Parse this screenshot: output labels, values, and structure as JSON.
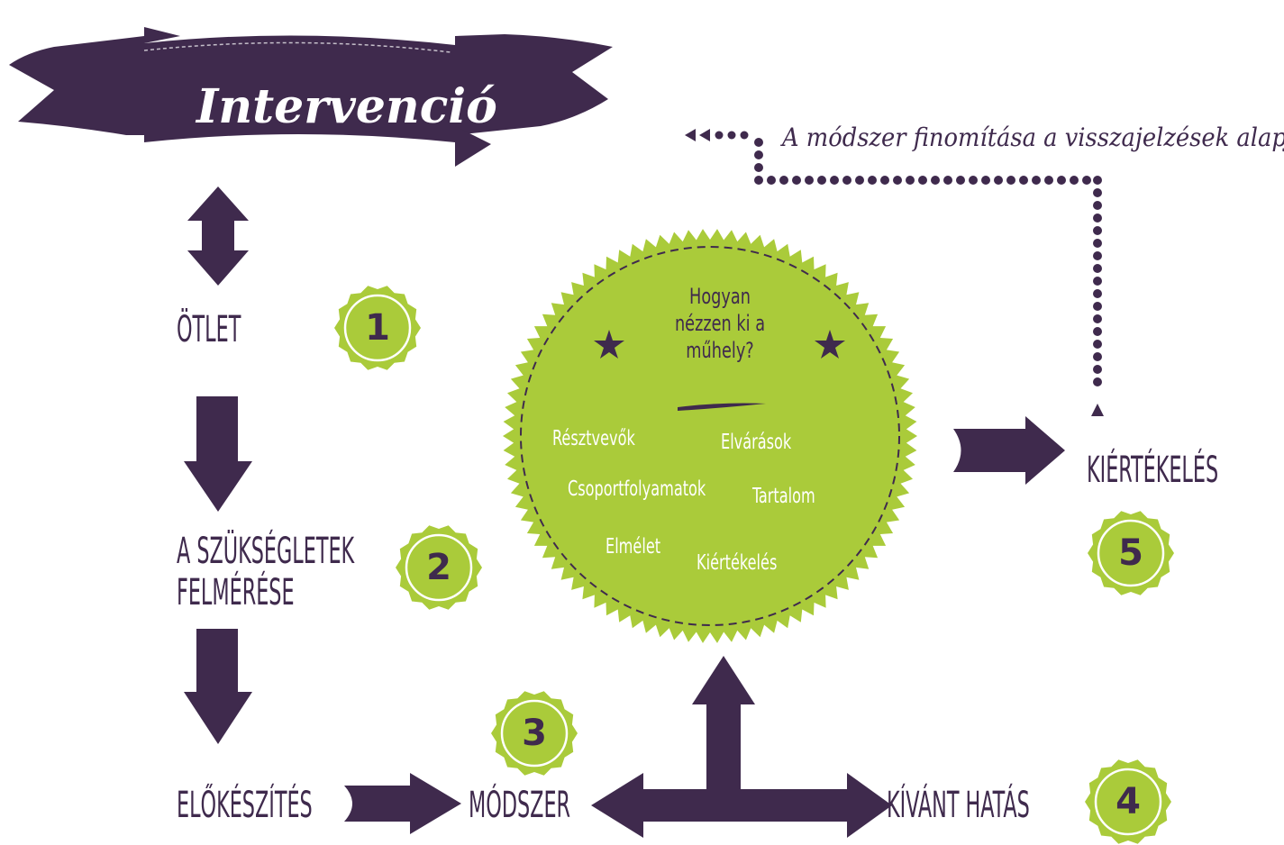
{
  "title": "Intervenció",
  "feedback_note": "A módszer finomítása a visszajelzések alapján",
  "steps": {
    "otlet": "ÖTLET",
    "szuksegletek_line1": "A SZÜKSÉGLETEK",
    "szuksegletek_line2": "FELMÉRÉSE",
    "elokeszites": "ELŐKÉSZÍTÉS",
    "modszer": "MÓDSZER",
    "kivant_hatas": "KÍVÁNT HATÁS",
    "kiertekeles": "KIÉRTÉKELÉS"
  },
  "badges": [
    "1",
    "2",
    "3",
    "4",
    "5"
  ],
  "seal": {
    "question": "Hogyan nézzen ki a műhely?",
    "topics": {
      "resztvevok": "Résztvevők",
      "elvarasok": "Elvárások",
      "csoportfolyamatok": "Csoportfolyamatok",
      "tartalom": "Tartalom",
      "elmelet": "Elmélet",
      "kiertekeles": "Kiértékelés"
    }
  },
  "colors": {
    "purple": "#3f2a4d",
    "lime": "#aacb3a",
    "white": "#ffffff"
  }
}
